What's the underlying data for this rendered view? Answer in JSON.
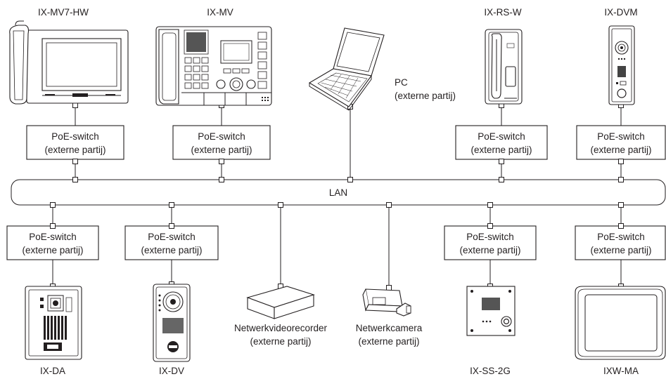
{
  "network": {
    "label": "LAN"
  },
  "top_devices": [
    {
      "id": "ixmv7hw",
      "label": "IX-MV7-HW"
    },
    {
      "id": "ixmv",
      "label": "IX-MV"
    },
    {
      "id": "pc",
      "label": "PC",
      "sublabel": "(externe partij)"
    },
    {
      "id": "ixrsw",
      "label": "IX-RS-W"
    },
    {
      "id": "ixdvm",
      "label": "IX-DVM"
    }
  ],
  "bottom_devices": [
    {
      "id": "ixda",
      "label": "IX-DA"
    },
    {
      "id": "ixdv",
      "label": "IX-DV"
    },
    {
      "id": "nvr",
      "label": "Netwerkvideorecorder",
      "sublabel": "(externe partij)"
    },
    {
      "id": "cam",
      "label": "Netwerkcamera",
      "sublabel": "(externe partij)"
    },
    {
      "id": "ixss2g",
      "label": "IX-SS-2G"
    },
    {
      "id": "ixwma",
      "label": "IXW-MA"
    }
  ],
  "switch": {
    "line1": "PoE-switch",
    "line2": "(externe partij)"
  }
}
